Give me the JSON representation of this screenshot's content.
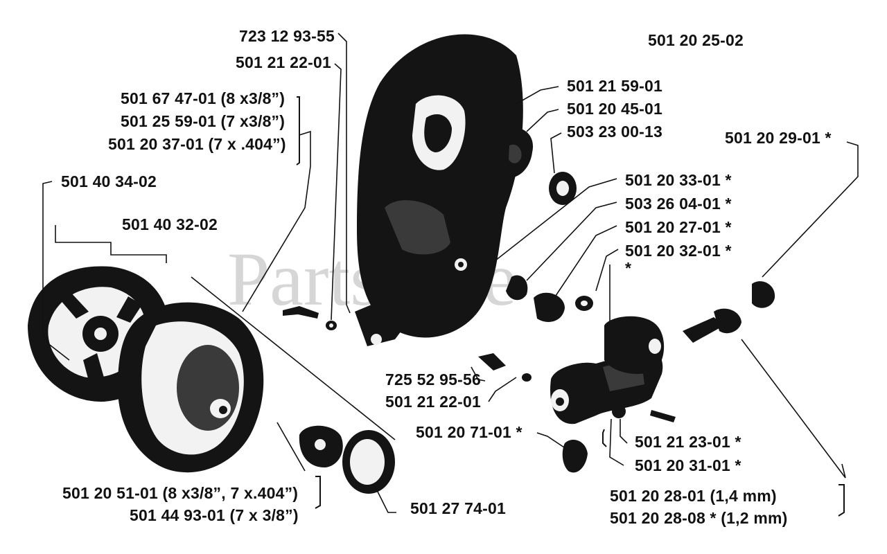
{
  "watermark": "PartsTree",
  "parts": {
    "p_723_12_93_55": "723 12 93-55",
    "p_501_21_22_01_top": "501 21 22-01",
    "p_501_67_47_01": "501 67 47-01 (8 x3/8”)",
    "p_501_25_59_01": "501 25 59-01 (7 x3/8”)",
    "p_501_20_37_01": "501 20 37-01 (7 x .404”)",
    "p_501_40_34_02": "501 40 34-02",
    "p_501_40_32_02": "501 40 32-02",
    "p_501_20_25_02": "501 20 25-02",
    "p_501_21_59_01": "501 21 59-01",
    "p_501_20_45_01": "501 20 45-01",
    "p_503_23_00_13": "503 23 00-13",
    "p_501_20_29_01": "501 20 29-01  *",
    "p_501_20_33_01": "501 20 33-01  *",
    "p_503_26_04_01": "503 26 04-01  *",
    "p_501_20_27_01": "501 20 27-01  *",
    "p_501_20_32_01": "501 20 32-01  *",
    "p_star": "*",
    "p_725_52_95_56": "725 52 95-56",
    "p_501_21_22_01_mid": "501 21 22-01",
    "p_501_20_71_01": "501 20 71-01  *",
    "p_501_21_23_01": "501 21 23-01  *",
    "p_501_20_31_01": "501 20 31-01  *",
    "p_501_20_28_01": "501 20 28-01 (1,4 mm)",
    "p_501_20_28_08": "501 20 28-08  * (1,2 mm)",
    "p_501_20_51_01": "501 20 51-01 (8 x3/8”, 7 x.404”)",
    "p_501_44_93_01": "501 44 93-01 (7 x 3/8”)",
    "p_501_27_74_01": "501 27 74-01"
  }
}
